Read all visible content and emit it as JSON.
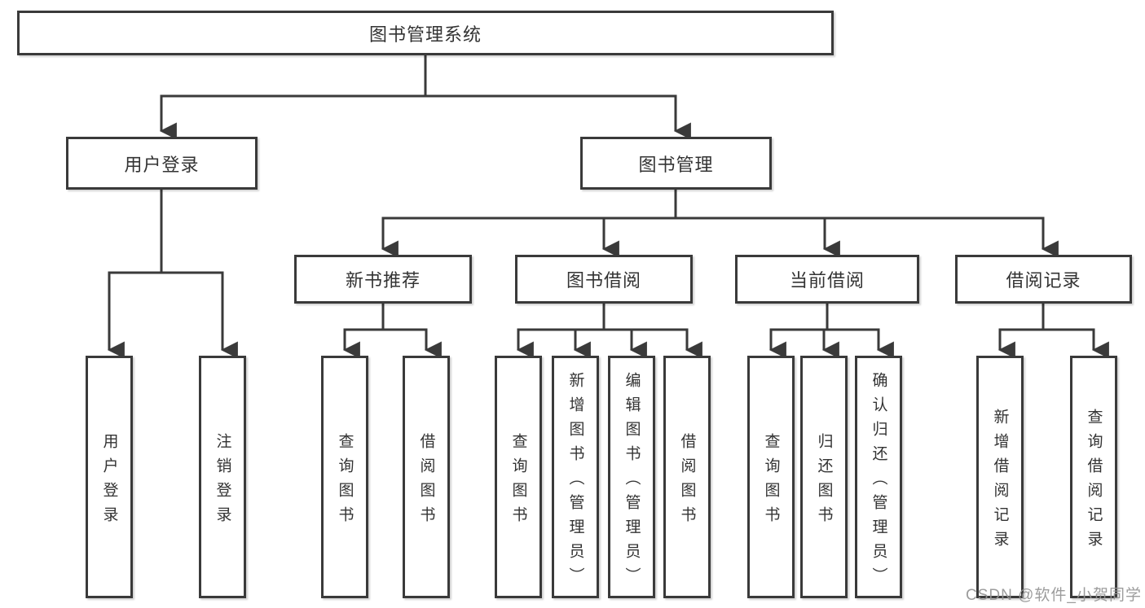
{
  "diagram": {
    "colors": {
      "line": "#3a3a3a",
      "box_border": "#3a3a3a",
      "text": "#333333",
      "background": "#ffffff",
      "watermark": "#949494"
    },
    "watermark": "CSDN @软件_小贺同学",
    "tree": {
      "root": {
        "label": "图书管理系统"
      },
      "branches": [
        {
          "label": "用户登录",
          "children": [
            {
              "label": "用户登录"
            },
            {
              "label": "注销登录"
            }
          ]
        },
        {
          "label": "图书管理",
          "children": [
            {
              "label": "新书推荐",
              "children": [
                {
                  "label": "查询图书"
                },
                {
                  "label": "借阅图书"
                }
              ]
            },
            {
              "label": "图书借阅",
              "children": [
                {
                  "label": "查询图书"
                },
                {
                  "label": "新增图书（管理员）"
                },
                {
                  "label": "编辑图书（管理员）"
                },
                {
                  "label": "借阅图书"
                }
              ]
            },
            {
              "label": "当前借阅",
              "children": [
                {
                  "label": "查询图书"
                },
                {
                  "label": "归还图书"
                },
                {
                  "label": "确认归还（管理员）"
                }
              ]
            },
            {
              "label": "借阅记录",
              "children": [
                {
                  "label": "新增借阅记录"
                },
                {
                  "label": "查询借阅记录"
                }
              ]
            }
          ]
        }
      ]
    }
  }
}
